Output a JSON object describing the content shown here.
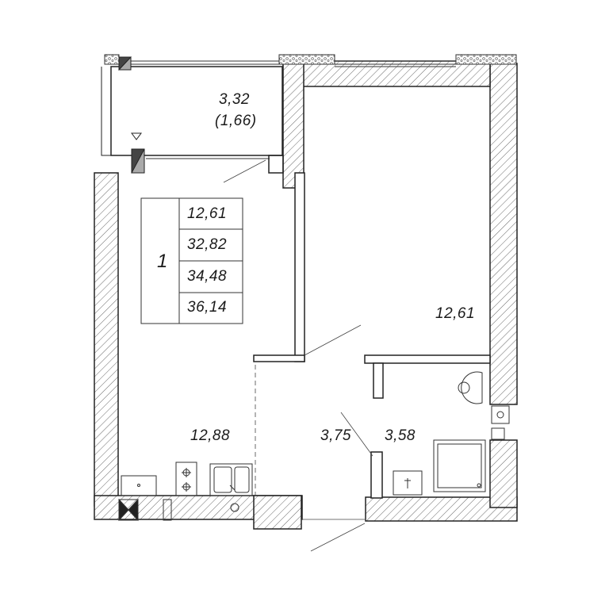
{
  "plan": {
    "balcony": {
      "area": "3,32",
      "area_reduced": "(1,66)"
    },
    "rooms": {
      "living_room": "12,61",
      "kitchen": "12,88",
      "hallway": "3,75",
      "bathroom": "3,58"
    },
    "summary_table": {
      "rooms_count": "1",
      "values": [
        "12,61",
        "32,82",
        "34,48",
        "36,14"
      ]
    }
  }
}
